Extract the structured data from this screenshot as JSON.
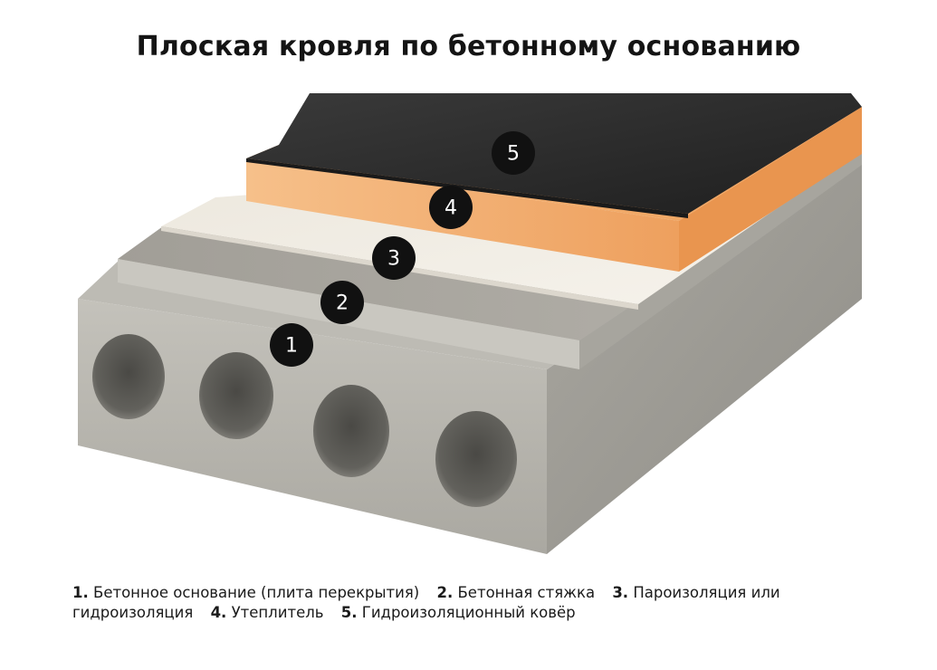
{
  "title": "Плоская кровля по бетонному основанию",
  "layers": [
    {
      "num": "1",
      "marker": "1",
      "label": "Бетонное основание (плита перекрытия)"
    },
    {
      "num": "2",
      "marker": "2",
      "label": "Бетонная стяжка"
    },
    {
      "num": "3",
      "marker": "3",
      "label": "Пароизоляция или гидроизоляция"
    },
    {
      "num": "4",
      "marker": "4",
      "label": "Утеплитель"
    },
    {
      "num": "5",
      "marker": "5",
      "label": "Гидроизоляционный ковёр"
    }
  ],
  "legend_numbers": [
    "1.",
    "2.",
    "3.",
    "4.",
    "5."
  ],
  "colors": {
    "concrete": "#b7b5ae",
    "screed": "#a9a69f",
    "vapor_barrier": "#efebe2",
    "insulation": "#f0a868",
    "membrane": "#2b2b2b",
    "badge": "#111111"
  }
}
